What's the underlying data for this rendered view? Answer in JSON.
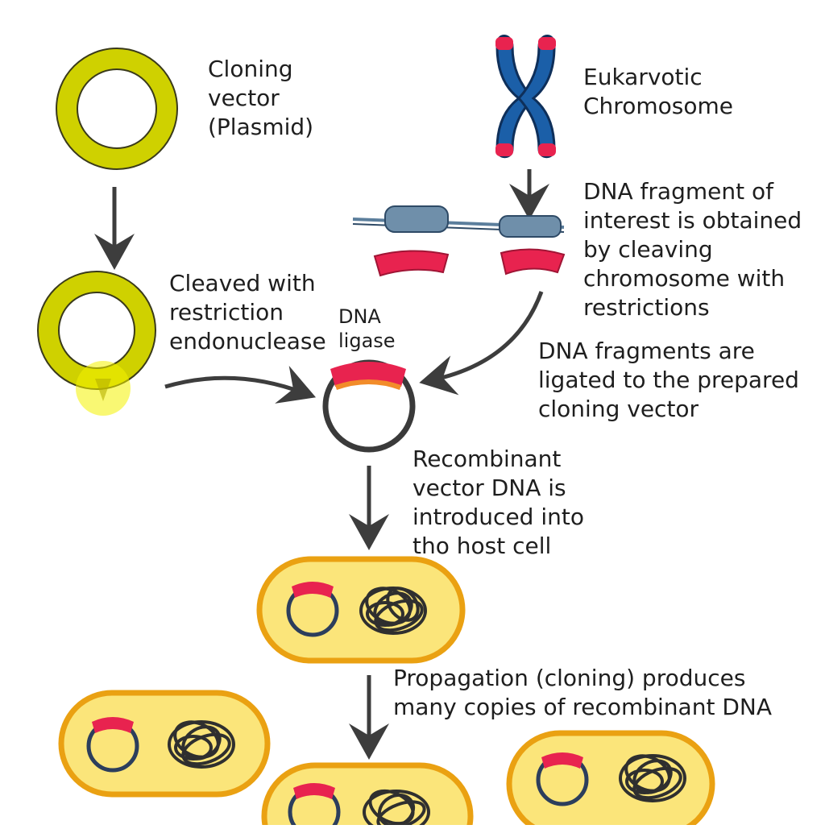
{
  "labels": {
    "cloning_vector": [
      "Cloning",
      "vector",
      "(Plasmid)"
    ],
    "eukaryotic_chromosome": [
      "Eukarvotic",
      "Chromosome"
    ],
    "dna_fragment": [
      "DNA fragment of",
      "interest is obtained",
      "by cleaving",
      "chromosome with",
      "restrictions"
    ],
    "cleaved": [
      "Cleaved with",
      "restriction",
      "endonuclease"
    ],
    "dna_ligase": [
      "DNA",
      "ligase"
    ],
    "fragments_ligated": [
      "DNA fragments are",
      "ligated to the prepared",
      "cloning vector"
    ],
    "recombinant": [
      "Recombinant",
      "vector DNA is",
      "introduced into",
      "tho host cell"
    ],
    "propagation": [
      "Propagation (cloning) produces",
      "many copies of recombinant DNA"
    ]
  },
  "colors": {
    "plasmid": "#cfd100",
    "plasmid_highlight": "#f4f200",
    "chromosome": "#1b5fa8",
    "telomere": "#e8234f",
    "dna_insert": "#e8234f",
    "dna_strand": "#5b7e9c",
    "cell_fill": "#fbe57a",
    "cell_border": "#eaa112",
    "vector_ring": "#2c3e5c",
    "arrow": "#3d3d3d"
  }
}
